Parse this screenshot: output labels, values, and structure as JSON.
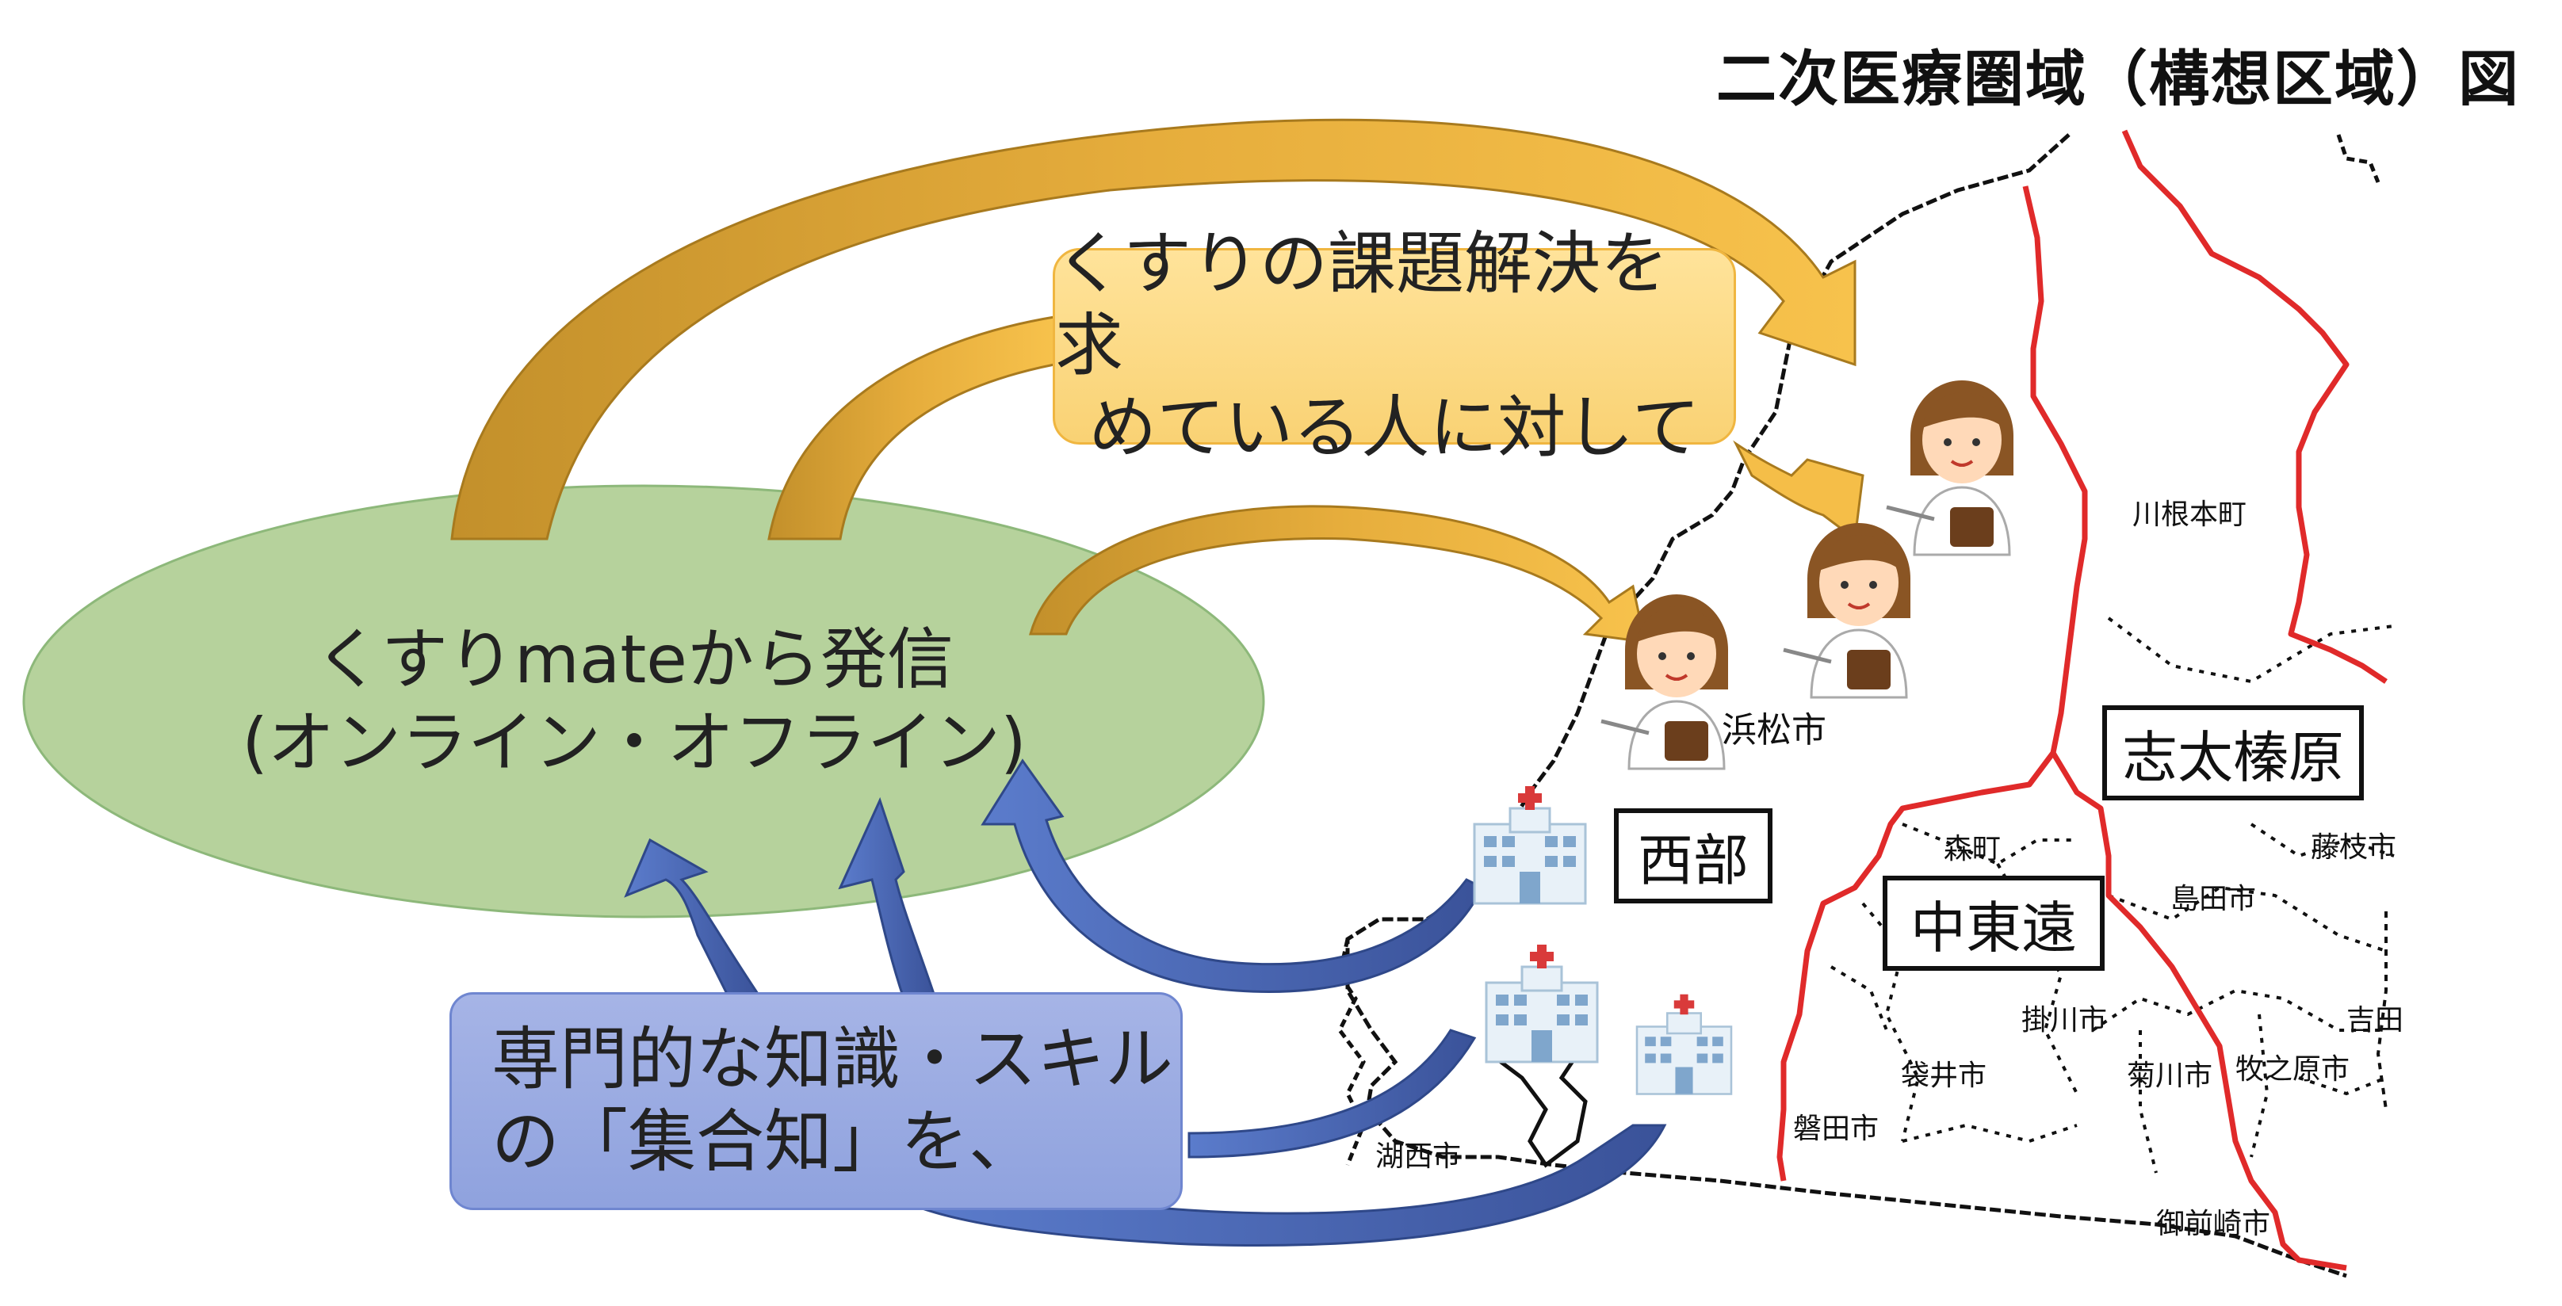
{
  "title": "二次医療圏域（構想区域）図",
  "yellow_callout": {
    "line1": "くすりの課題解決を求",
    "line2": "めている人に対して"
  },
  "ellipse": {
    "line1": "くすりmateから発信",
    "line2": "(オンライン・オフライン)"
  },
  "blue_callout": {
    "line1": "専門的な知識・スキル",
    "line2": "の「集合知」を、"
  },
  "regions": {
    "seibu": "西部",
    "chutoen": "中東遠",
    "shida": "志太榛原"
  },
  "places": {
    "kawanehoncho": "川根本町",
    "hamamatsu": "浜松市",
    "morimachi": "森町",
    "fujieda": "藤枝市",
    "shimada": "島田市",
    "kakegawa": "掛川市",
    "yoshida": "吉田",
    "fukuroi": "袋井市",
    "kikugawa": "菊川市",
    "makinohara": "牧之原市",
    "iwata": "磐田市",
    "kosai": "湖西市",
    "omaezaki": "御前崎市"
  },
  "colors": {
    "gold_arrow": "#f3b842",
    "gold_arrow_dark": "#c9962e",
    "blue_arrow": "#4f6fbe",
    "blue_arrow_dark": "#3b56a2",
    "ellipse_fill": "#b6d29c",
    "region_border": "#e02a2a"
  },
  "icons": [
    "hospital-icon",
    "pharmacist-icon"
  ]
}
